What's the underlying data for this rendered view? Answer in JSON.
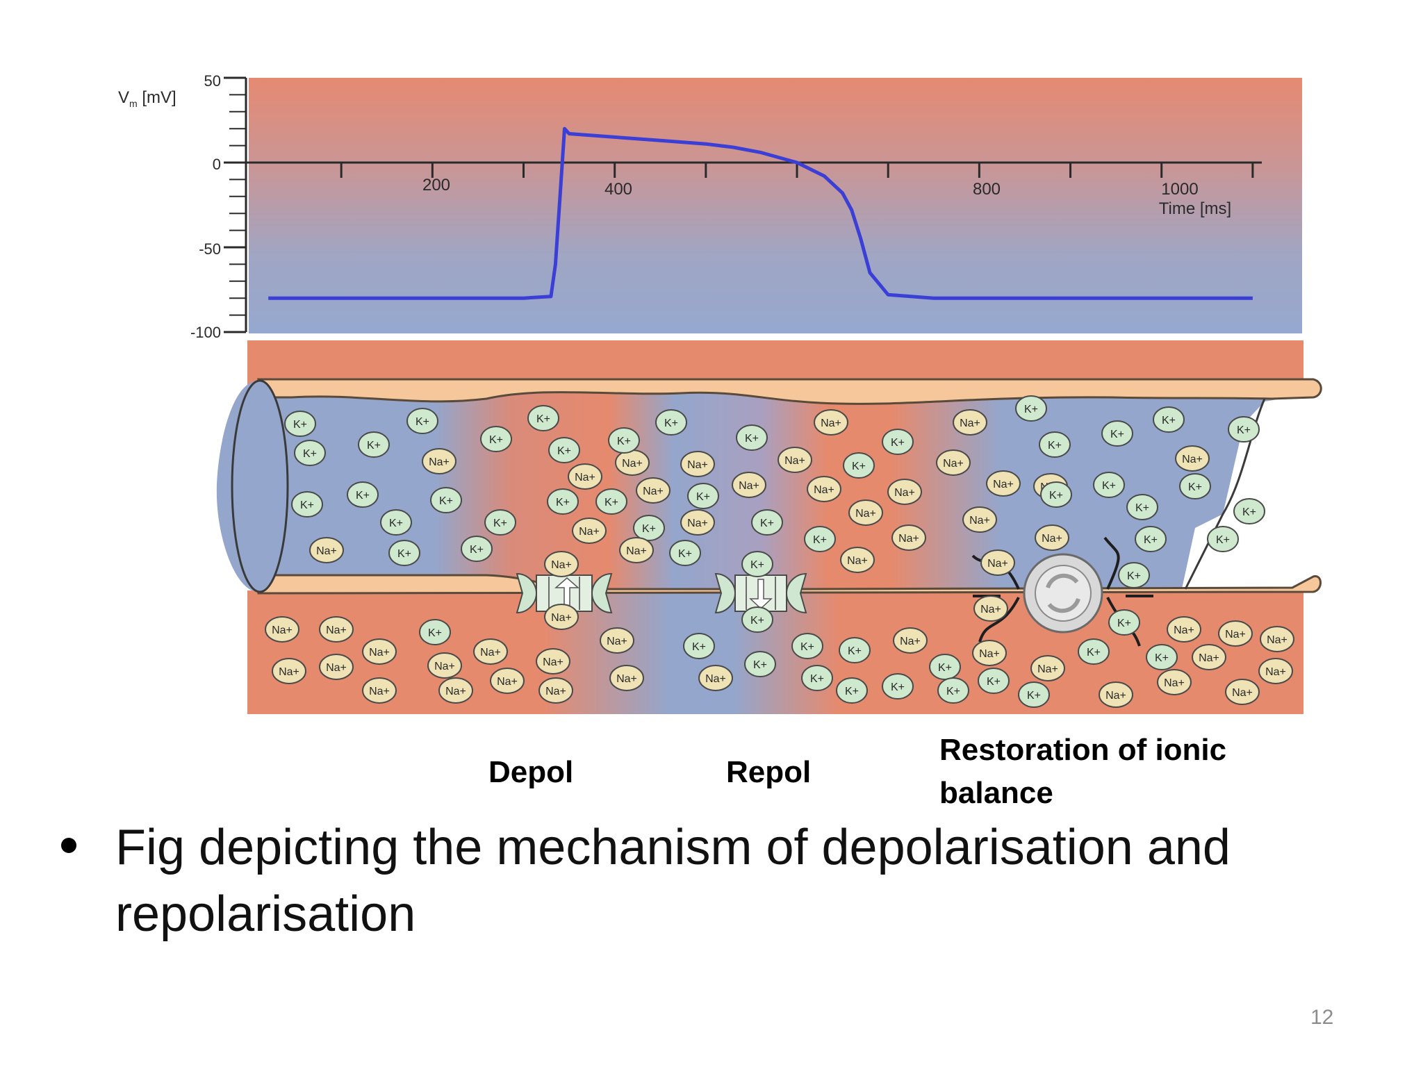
{
  "plot": {
    "ylabel": "V",
    "ylabel_sub": "m",
    "ylabel_unit": " [mV]",
    "xlabel": "Time [ms]",
    "y_ticks": [
      "50",
      "0",
      "-50",
      "-100"
    ],
    "x_ticks": [
      "200",
      "400",
      "800",
      "1000"
    ],
    "trace_color": "#3b3fd6"
  },
  "chart_data": {
    "type": "line",
    "xlabel": "Time [ms]",
    "ylabel": "Vm [mV]",
    "xlim": [
      0,
      1110
    ],
    "ylim": [
      -100,
      50
    ],
    "x_ticks": [
      200,
      400,
      800,
      1000
    ],
    "y_ticks": [
      50,
      0,
      -50,
      -100
    ],
    "series": [
      {
        "x": [
          20,
          100,
          200,
          300,
          330,
          335,
          340,
          345,
          350,
          400,
          450,
          500,
          530,
          560,
          600,
          630,
          650,
          660,
          670,
          680,
          700,
          750,
          800,
          900,
          1000,
          1100
        ],
        "y": [
          -80,
          -80,
          -80,
          -80,
          -79,
          -60,
          -20,
          20,
          17,
          15,
          13,
          11,
          9,
          6,
          0,
          -8,
          -18,
          -28,
          -45,
          -65,
          -78,
          -80,
          -80,
          -80,
          -80,
          -80
        ]
      }
    ]
  },
  "diagram": {
    "ions": {
      "potassium": "K+",
      "sodium": "Na+"
    },
    "colors": {
      "membrane_fill": "#f6c79a",
      "membrane_edge": "#5a4a3a",
      "k_ion": "#cfe9cf",
      "na_ion": "#efe2b4",
      "depol_zone": "#e68a6e",
      "rest_zone": "#94a6cc"
    }
  },
  "labels": {
    "depol": "Depol",
    "repol": "Repol",
    "restoration_line1": "Restoration of ionic",
    "restoration_line2": "balance"
  },
  "bullet": {
    "text": "Fig depicting the mechanism of depolarisation and repolarisation"
  },
  "slide_number": "12"
}
